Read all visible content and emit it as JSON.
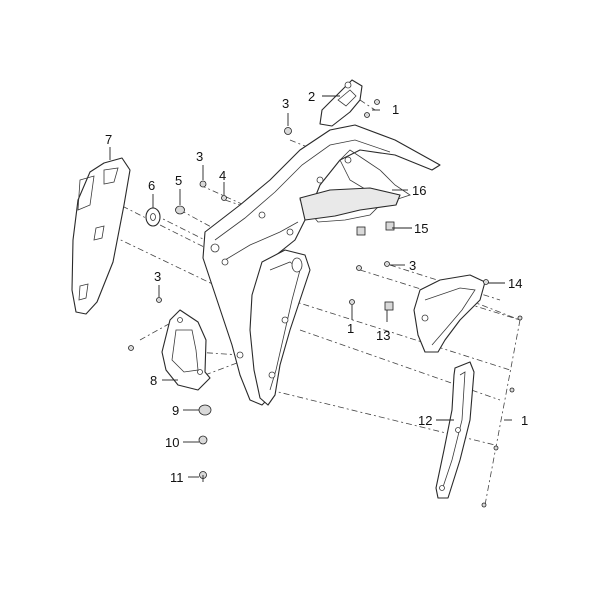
{
  "callouts": {
    "c1_top": "1",
    "c2": "2",
    "c3_top": "3",
    "c7": "7",
    "c6": "6",
    "c5": "5",
    "c3_mid": "3",
    "c4": "4",
    "c16": "16",
    "c15": "15",
    "c3_right": "3",
    "c3_left": "3",
    "c14": "14",
    "c1_mid": "1",
    "c13": "13",
    "c8": "8",
    "c9": "9",
    "c10": "10",
    "c11": "11",
    "c12": "12",
    "c1_right": "1"
  }
}
